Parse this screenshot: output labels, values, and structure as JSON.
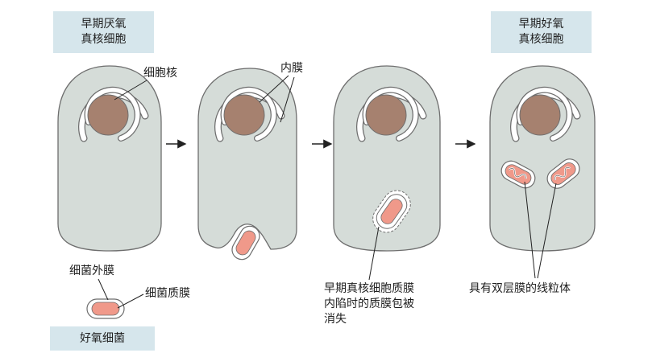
{
  "stages": {
    "early_anaerobic": {
      "label": "早期厌氧\n真核细胞"
    },
    "early_aerobic": {
      "label": "早期好氧\n真核细胞"
    }
  },
  "aerobic_bacterium": {
    "label": "好氧细菌"
  },
  "annotations": {
    "nucleus": "细胞核",
    "inner_membrane": "内膜",
    "bacterial_outer_membrane": "细菌外膜",
    "bacterial_plasma_membrane": "细菌质膜",
    "invagination": "早期真核细胞质膜\n内陷时的质膜包被\n消失",
    "double_membrane_mitochondria": "具有双层膜的线粒体"
  },
  "colors": {
    "cell": "#d5dcd8",
    "cell_outline": "#6e6e6e",
    "nucleus": "#a6816f",
    "bacterium": "#f0998a",
    "label_box": "#d6e6ec",
    "membrane": "#ffffff"
  }
}
